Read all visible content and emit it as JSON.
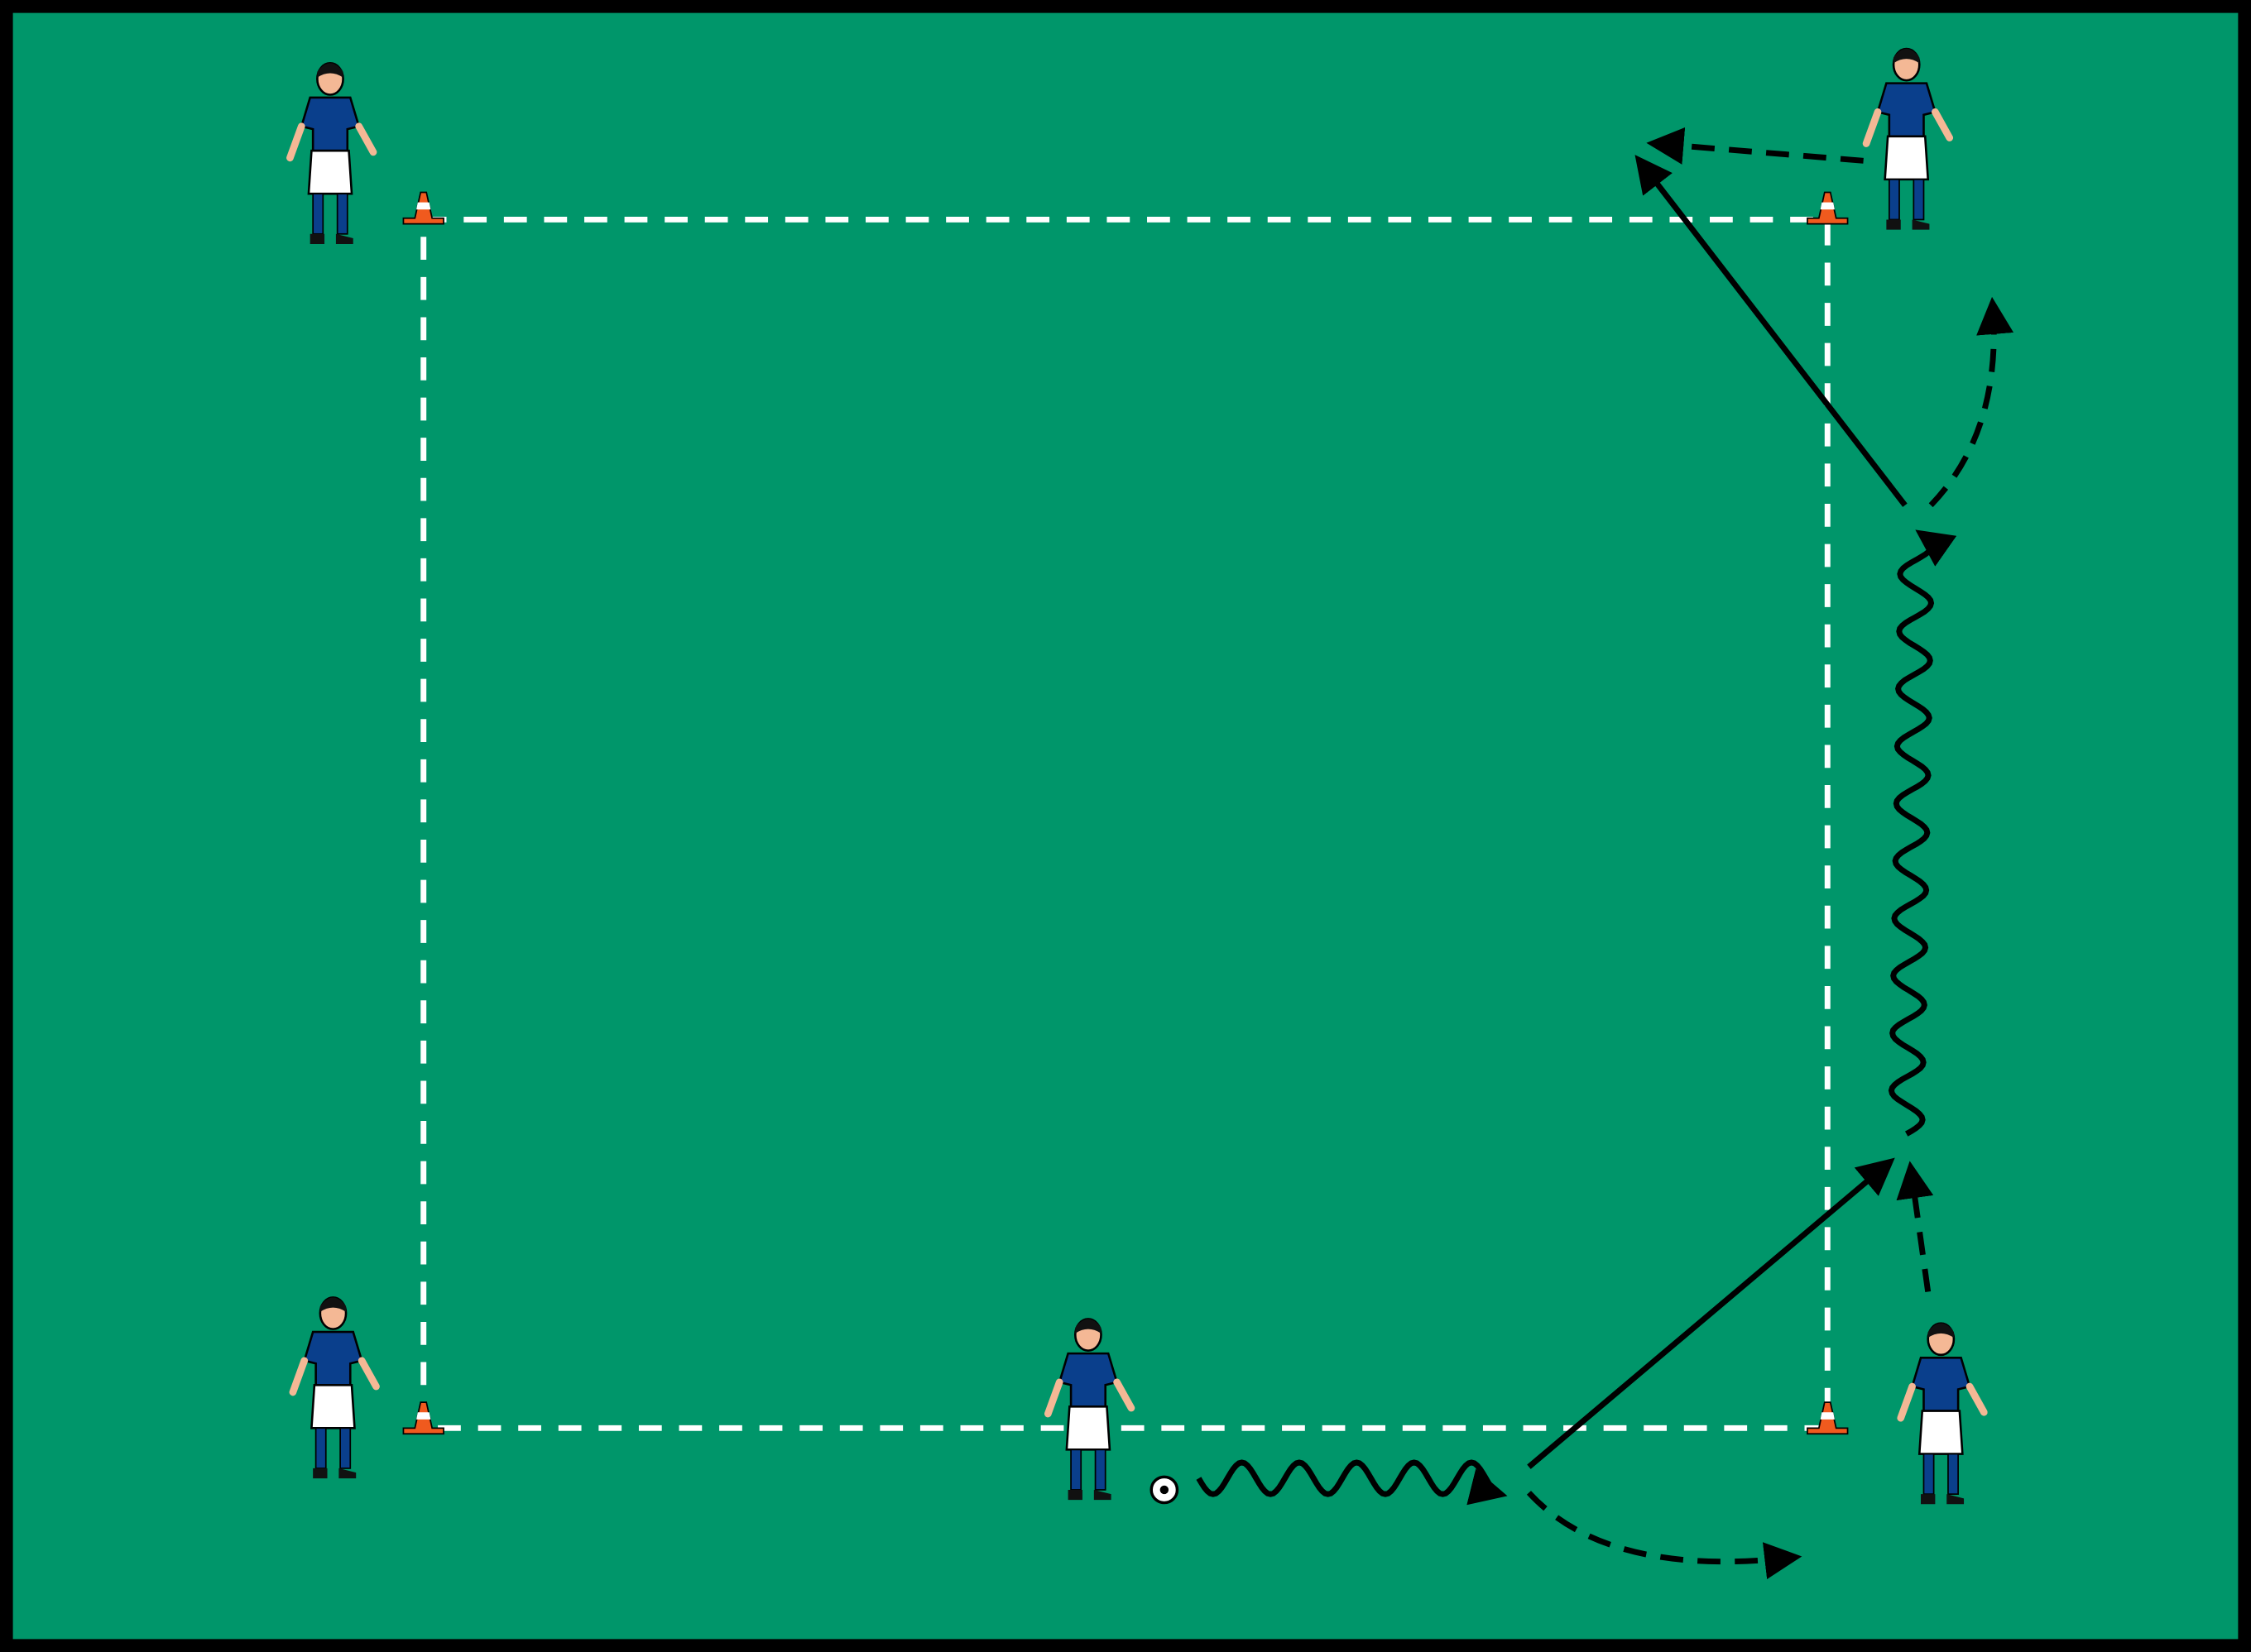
{
  "colors": {
    "pitch": "#00966A",
    "border": "#000000",
    "jersey": "#0A3F8C",
    "shorts": "#FFFFFF",
    "skin": "#F4B895",
    "cone": "#F05A1E",
    "line": "#FFFFFF",
    "arrow": "#000000"
  },
  "diagram": {
    "players": 5,
    "cones": 4,
    "balls": 1
  }
}
